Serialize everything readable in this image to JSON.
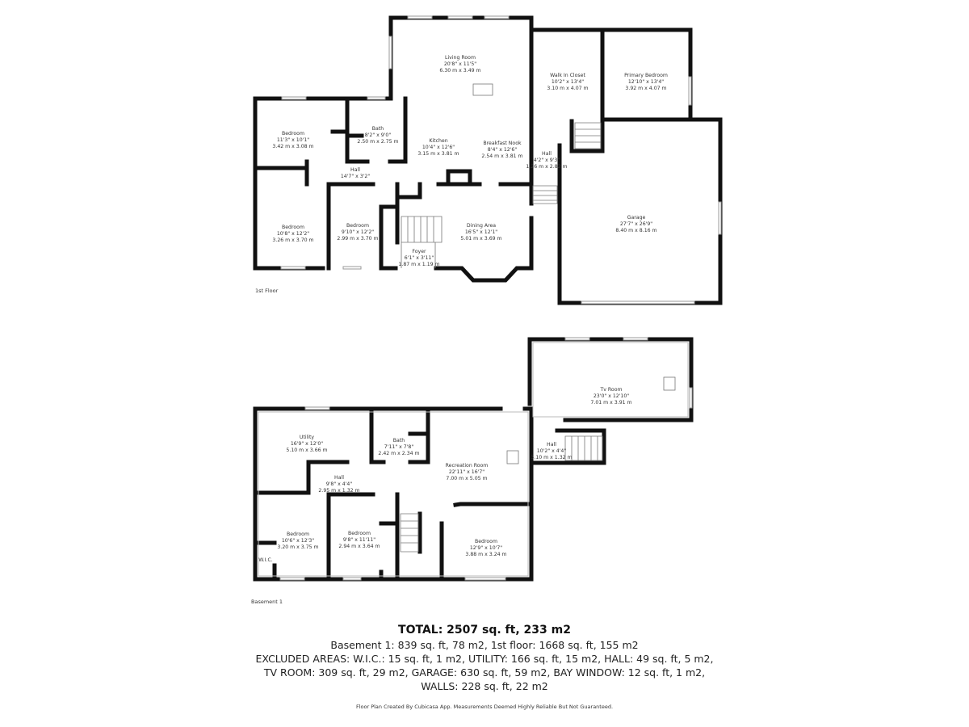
{
  "first_floor": {
    "label": "1st Floor",
    "rooms": [
      {
        "name": "Living Room",
        "imperial": "20'8\" x 11'5\"",
        "metric": "6.30 m x 3.49 m"
      },
      {
        "name": "Walk In Closet",
        "imperial": "10'2\" x 13'4\"",
        "metric": "3.10 m x 4.07 m"
      },
      {
        "name": "Primary Bedroom",
        "imperial": "12'10\" x 13'4\"",
        "metric": "3.92 m x 4.07 m"
      },
      {
        "name": "Bedroom",
        "imperial": "11'3\" x 10'1\"",
        "metric": "3.42 m x 3.08 m"
      },
      {
        "name": "Bath",
        "imperial": "8'2\" x 9'0\"",
        "metric": "2.50 m x 2.75 m"
      },
      {
        "name": "Kitchen",
        "imperial": "10'4\" x 12'6\"",
        "metric": "3.15 m x 3.81 m"
      },
      {
        "name": "Breakfast Nook",
        "imperial": "8'4\" x 12'6\"",
        "metric": "2.54 m x 3.81 m"
      },
      {
        "name": "Hall",
        "imperial": "4'2\" x 9'3\"",
        "metric": "1.26 m x 2.82 m"
      },
      {
        "name": "Hall",
        "imperial": "14'7\" x 3'2\""
      },
      {
        "name": "Bedroom",
        "imperial": "10'8\" x 12'2\"",
        "metric": "3.26 m x 3.70 m"
      },
      {
        "name": "Bedroom",
        "imperial": "9'10\" x 12'2\"",
        "metric": "2.99 m x 3.70 m"
      },
      {
        "name": "Dining Area",
        "imperial": "16'5\" x 12'1\"",
        "metric": "5.01 m x 3.69 m"
      },
      {
        "name": "Foyer",
        "imperial": "6'1\" x 3'11\"",
        "metric": "1.87 m x 1.19 m"
      },
      {
        "name": "Garage",
        "imperial": "27'7\" x 26'9\"",
        "metric": "8.40 m x 8.16 m"
      }
    ]
  },
  "basement": {
    "label": "Basement 1",
    "rooms": [
      {
        "name": "Utility",
        "imperial": "16'9\" x 12'0\"",
        "metric": "5.10 m x 3.66 m"
      },
      {
        "name": "Bath",
        "imperial": "7'11\" x 7'8\"",
        "metric": "2.42 m x 2.34 m"
      },
      {
        "name": "Recreation Room",
        "imperial": "22'11\" x 16'7\"",
        "metric": "7.00 m x 5.05 m"
      },
      {
        "name": "Tv Room",
        "imperial": "23'0\" x 12'10\"",
        "metric": "7.01 m x 3.91 m"
      },
      {
        "name": "Hall",
        "imperial": "10'2\" x 4'4\"",
        "metric": "3.10 m x 1.32 m"
      },
      {
        "name": "Hall",
        "imperial": "9'8\" x 4'4\"",
        "metric": "2.95 m x 1.32 m"
      },
      {
        "name": "Bedroom",
        "imperial": "10'6\" x 12'3\"",
        "metric": "3.20 m x 3.75 m"
      },
      {
        "name": "Bedroom",
        "imperial": "9'8\" x 11'11\"",
        "metric": "2.94 m x 3.64 m"
      },
      {
        "name": "Bedroom",
        "imperial": "12'9\" x 10'7\"",
        "metric": "3.88 m x 3.24 m"
      },
      {
        "name": "W.I.C."
      }
    ]
  },
  "summary": {
    "total": "TOTAL: 2507 sq. ft, 233 m2",
    "lines": [
      "Basement 1: 839 sq. ft, 78 m2, 1st floor: 1668 sq. ft, 155 m2",
      "EXCLUDED AREAS: W.I.C.: 15 sq. ft, 1 m2, UTILITY: 166 sq. ft, 15 m2, HALL: 49 sq. ft, 5 m2,",
      "TV ROOM: 309 sq. ft, 29 m2, GARAGE: 630 sq. ft, 59 m2, BAY WINDOW: 12 sq. ft, 1 m2,",
      "WALLS: 228 sq. ft, 22 m2"
    ],
    "credit": "Floor Plan Created By Cubicasa App. Measurements Deemed Highly Reliable But Not Guaranteed."
  }
}
